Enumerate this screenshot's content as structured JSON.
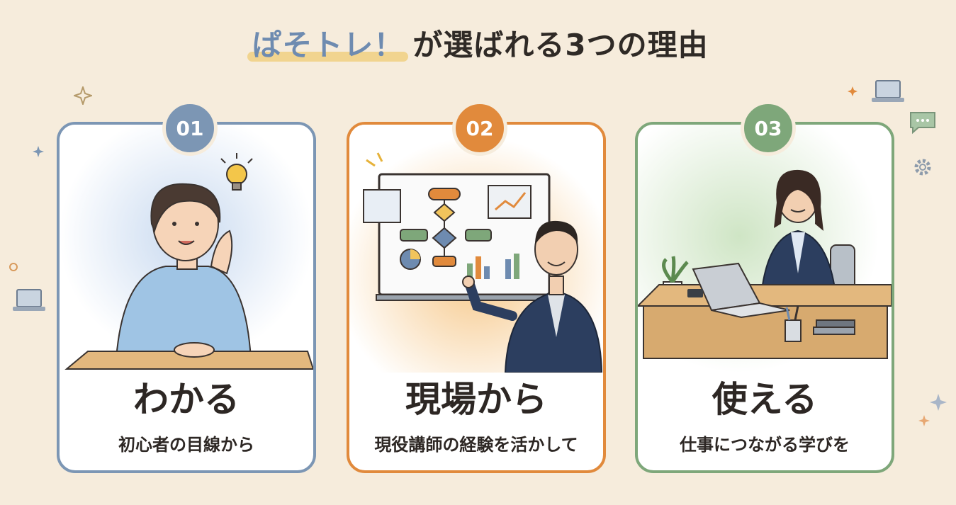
{
  "title": {
    "brand": "ぱそトレ！",
    "rest": "が選ばれる3つの理由"
  },
  "cards": [
    {
      "number": "01",
      "heading": "わかる",
      "subtitle": "初心者の目線から",
      "color": "#7c96b4"
    },
    {
      "number": "02",
      "heading": "現場から",
      "subtitle": "現役講師の経験を活かして",
      "color": "#e18a3c"
    },
    {
      "number": "03",
      "heading": "使える",
      "subtitle": "仕事につながる学びを",
      "color": "#7ea77a"
    }
  ],
  "icons": [
    "sparkle-icon",
    "laptop-icon",
    "chat-bubble-icon",
    "gear-icon",
    "lightbulb-icon"
  ]
}
